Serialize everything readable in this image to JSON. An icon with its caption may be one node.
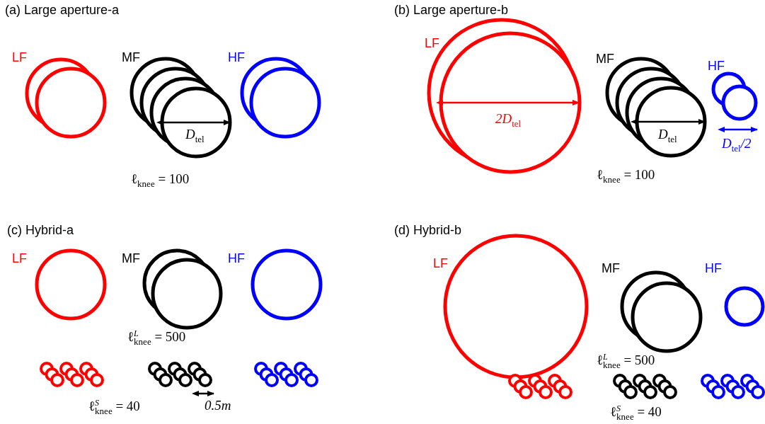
{
  "diagram": {
    "labels": [
      "(a) Large aperture-a",
      "(b) Large aperture-b",
      "LF",
      "MF",
      "HF",
      "LF",
      "MF",
      "HF",
      "D$_{tel}$",
      "2D$_{tel}$",
      "D$_{tel}$",
      "D$_{tel}$/2",
      "ℓ$_{knee}$ = 100",
      "ℓ$_{knee}$ = 100",
      "(c) Hybrid-a",
      "(d) Hybrid-b",
      "LF",
      "MF",
      "HF",
      "LF",
      "MF",
      "HF",
      "ℓ$^{L}$$_{knee}$ = 500",
      "ℓ$^{L}$$_{knee}$ = 500",
      "ℓ$^{S}$$_{knee}$ = 40",
      "0.5m",
      "ℓ$^{S}$$_{knee}$ = 40"
    ]
  }
}
